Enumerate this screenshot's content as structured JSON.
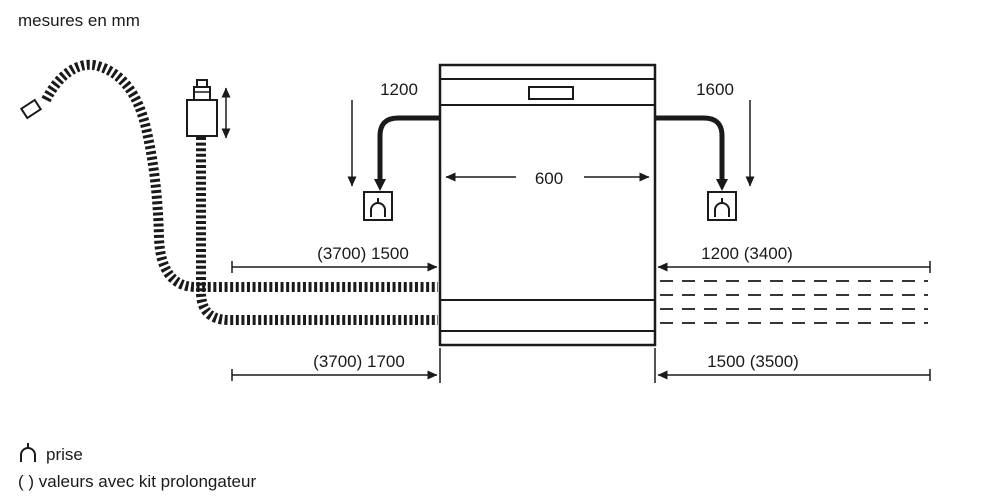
{
  "title": "mesures en mm",
  "dimensions": {
    "cord_left": "1200",
    "cord_right": "1600",
    "appliance_width": "600",
    "supply_left": "(3700) 1500",
    "supply_right": "1200 (3400)",
    "drain_left": "(3700) 1700",
    "drain_right": "1500 (3500)"
  },
  "legend": {
    "socket_label": "prise",
    "extension_note": "( ) valeurs avec kit prolongateur"
  },
  "icons": {
    "socket": "power-socket-schematic"
  },
  "colors": {
    "line": "#1a1a1a",
    "background": "#ffffff"
  }
}
